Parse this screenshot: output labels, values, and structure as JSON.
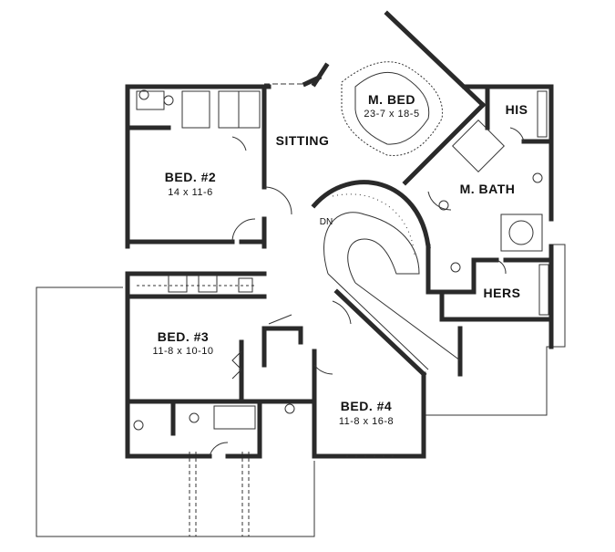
{
  "rooms": {
    "master_bed": {
      "name": "M. BED",
      "dims": "23-7 x 18-5"
    },
    "his": {
      "name": "HIS"
    },
    "sitting": {
      "name": "SITTING"
    },
    "master_bath": {
      "name": "M. BATH"
    },
    "bed2": {
      "name": "BED. #2",
      "dims": "14 x 11-6"
    },
    "stair_label": {
      "name": "DN"
    },
    "hers": {
      "name": "HERS"
    },
    "bed3": {
      "name": "BED. #3",
      "dims": "11-8 x 10-10"
    },
    "bed4": {
      "name": "BED. #4",
      "dims": "11-8 x 16-8"
    }
  },
  "colors": {
    "wall": "#2a2a2a",
    "line": "#333333",
    "background": "#ffffff"
  }
}
